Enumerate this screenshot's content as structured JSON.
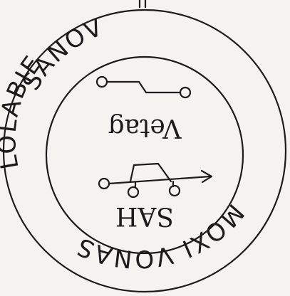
{
  "seal": {
    "outer_ring_text_top": "SANOV",
    "outer_ring_text_right": "MOXI VONAS",
    "outer_ring_text_bottom": "LOLABIE",
    "inner_text_upper": "Vetag",
    "inner_text_lower": "SAH",
    "ink_color": "#1c1c1c",
    "paper_color": "#f5f3f0"
  }
}
